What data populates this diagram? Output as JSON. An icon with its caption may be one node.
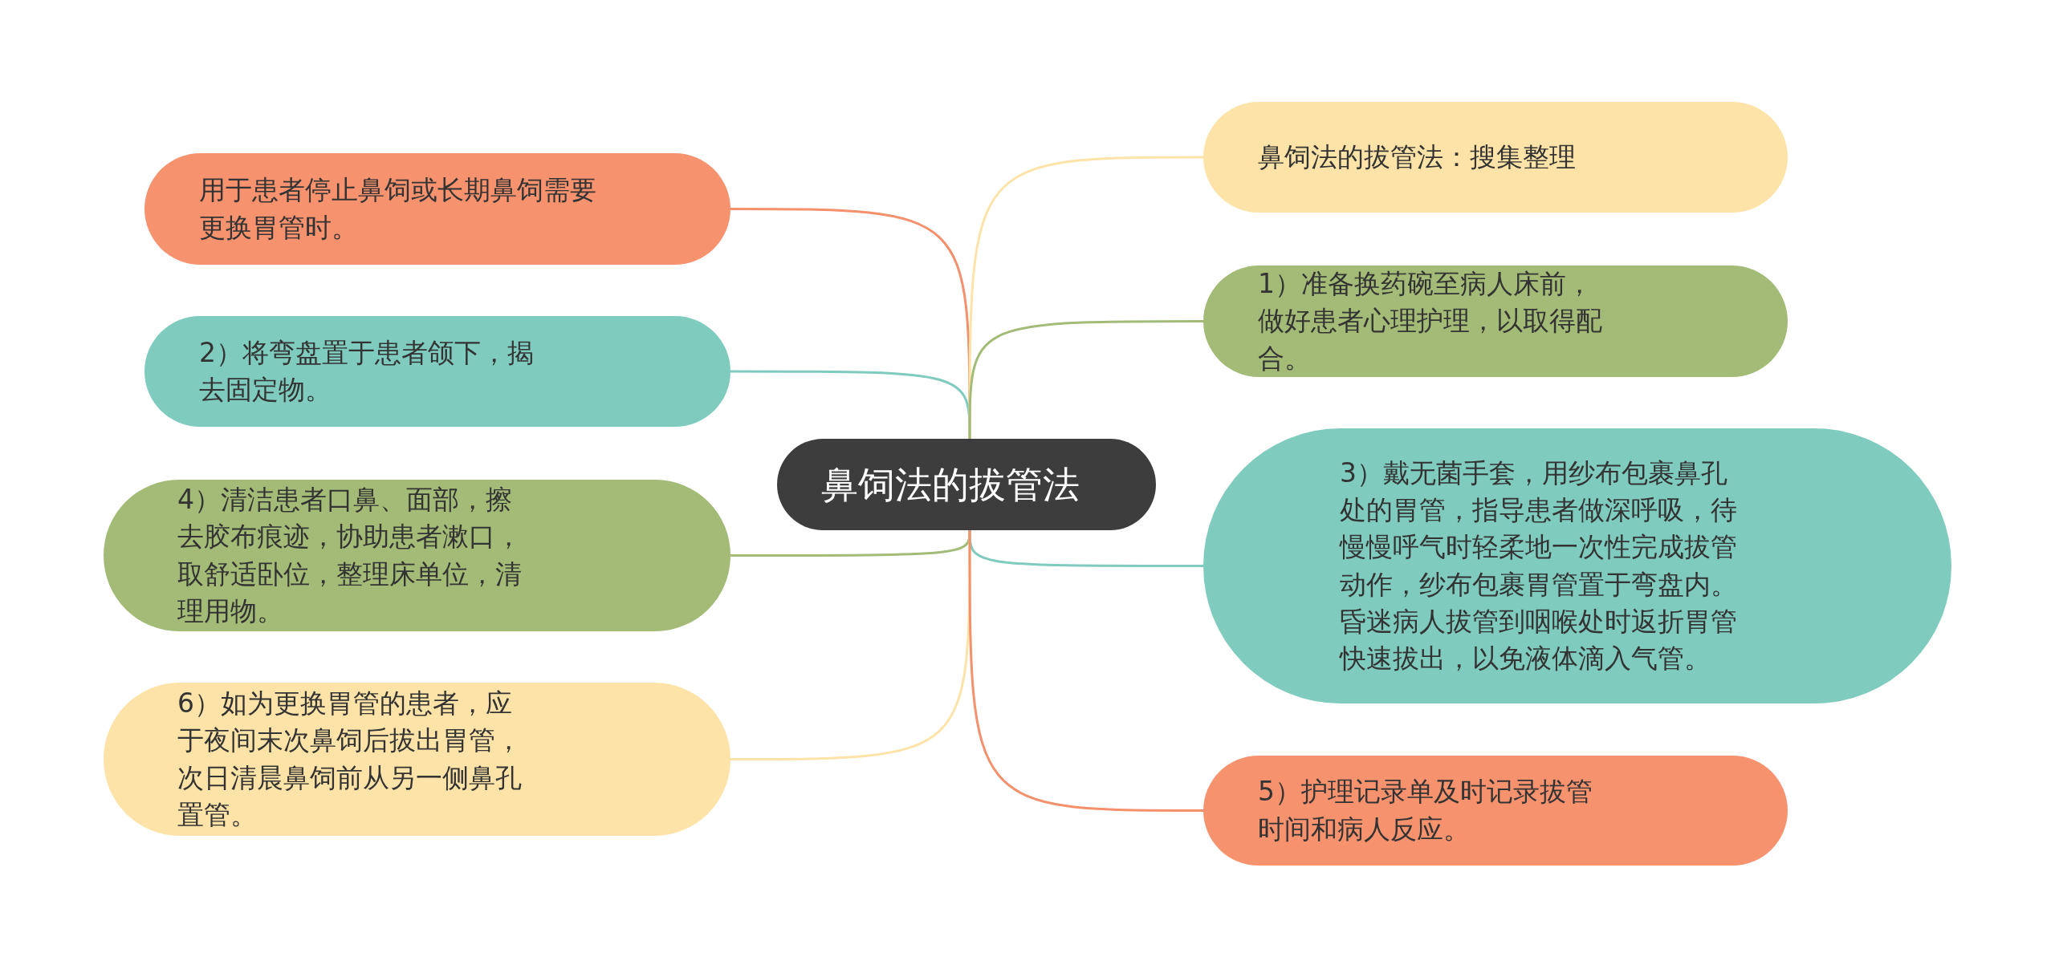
{
  "diagram": {
    "nodes": [
      {
        "text": [
          "鼻饲法的拔管法"
        ]
      },
      {
        "text": [
          "用于患者停止鼻饲或长期鼻饲需要更换胃管时。"
        ]
      },
      {
        "text": [
          "2）将弯盘置于患者颌下，揭去固定物。"
        ]
      },
      {
        "text": [
          "4）清洁患者口鼻、面部，擦去胶布痕迹，协助患者漱口，取舒适卧位，整理床单位，清理用物。"
        ]
      },
      {
        "text": [
          "6）如为更换胃管的患者，应于夜间末次鼻饲后拔出胃管，次日清晨鼻饲前从另一侧鼻孔置管。"
        ]
      },
      {
        "text": [
          "鼻饲法的拔管法：搜集整理"
        ]
      },
      {
        "text": [
          "1）准备换药碗至病人床前，做好患者心理护理，以取得配合。"
        ]
      },
      {
        "text": [
          "3）戴无菌手套，用纱布包裹鼻孔处的胃管，指导患者做深呼吸，待慢慢呼气时轻柔地一次性完成拔管动作，纱布包裹胃管置于弯盘内。昏迷病人拔管到咽喉处时返折胃管快速拔出，以免液体滴入气管。"
        ]
      },
      {
        "text": [
          "5）护理记录单及时记录拔管时间和病人反应。"
        ]
      }
    ],
    "edges": [
      {
        "from": 0,
        "to": 1,
        "arrow": "none",
        "color": "#f4906c"
      },
      {
        "from": 0,
        "to": 2,
        "arrow": "none",
        "color": "#7fcbbd"
      },
      {
        "from": 0,
        "to": 3,
        "arrow": "none",
        "color": "#a3bb76"
      },
      {
        "from": 0,
        "to": 4,
        "arrow": "none",
        "color": "#fde3a7"
      },
      {
        "from": 0,
        "to": 5,
        "arrow": "none",
        "color": "#fde3a7"
      },
      {
        "from": 0,
        "to": 6,
        "arrow": "none",
        "color": "#a3bb76"
      },
      {
        "from": 0,
        "to": 7,
        "arrow": "none",
        "color": "#7fcbbd"
      },
      {
        "from": 0,
        "to": 8,
        "arrow": "none",
        "color": "#f4906c"
      }
    ]
  }
}
